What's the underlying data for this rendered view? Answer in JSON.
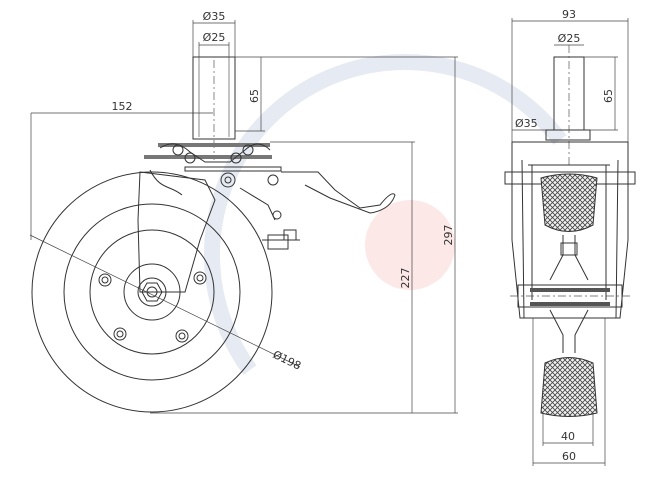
{
  "drawing": {
    "side_view": {
      "stem_outer_diameter": "Ø35",
      "stem_inner_diameter": "Ø25",
      "stem_height": "65",
      "offset": "152",
      "total_height": "297",
      "plate_height": "227",
      "wheel_diameter": "Ø198"
    },
    "front_view": {
      "overall_width": "93",
      "stem_inner_diameter": "Ø25",
      "stem_height": "65",
      "stem_outer_diameter": "Ø35",
      "tread_width": "40",
      "wheel_width": "60"
    },
    "watermark_colors": {
      "ring": "#dde3ee",
      "dot": "#fbe3e3"
    }
  }
}
